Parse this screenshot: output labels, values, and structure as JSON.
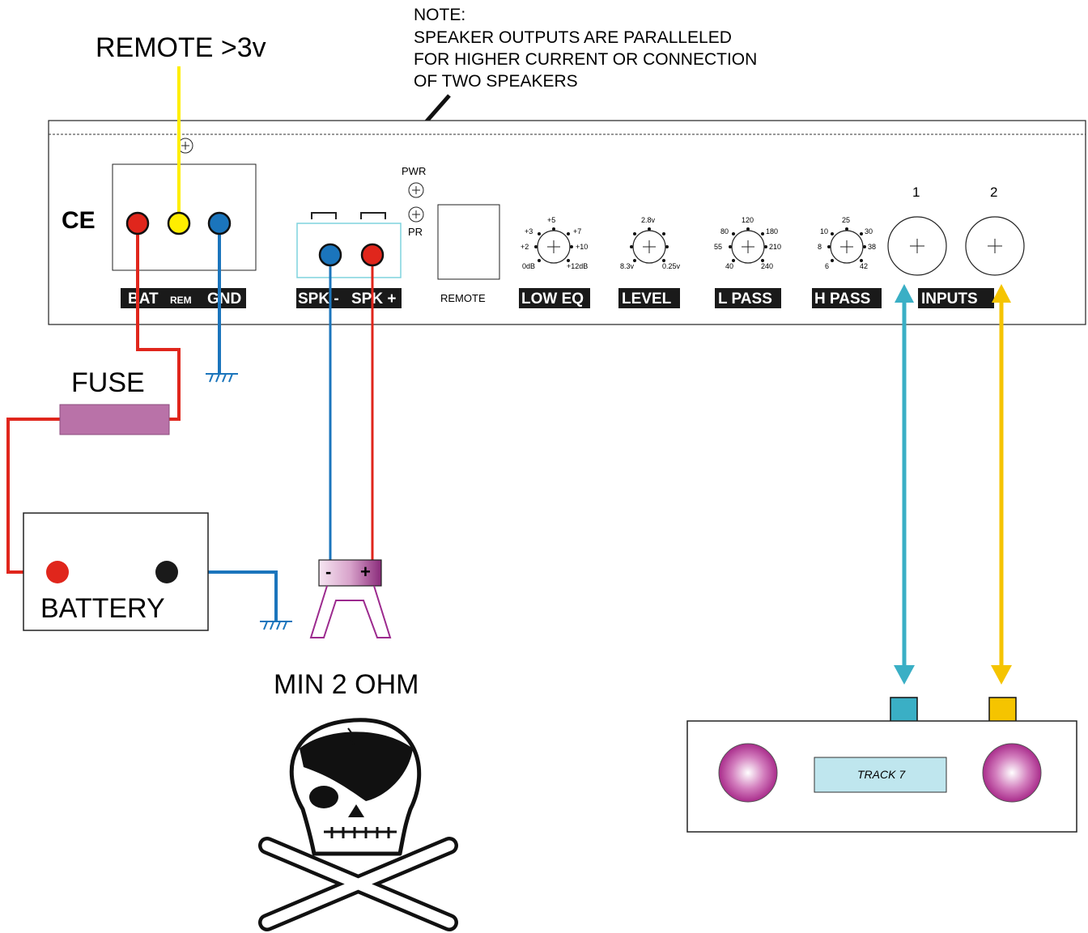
{
  "title": "REMOTE >3v",
  "note": {
    "heading": "NOTE:",
    "lines": [
      "SPEAKER OUTPUTS ARE PARALLELED",
      "FOR HIGHER CURRENT OR CONNECTION",
      "OF TWO SPEAKERS"
    ]
  },
  "panel": {
    "ce_mark": "CE",
    "terminals": {
      "bat": "BAT",
      "rem": "REM",
      "gnd": "GND"
    },
    "speaker_tags": {
      "minus": "SPK -",
      "plus": "SPK +"
    },
    "indicators": {
      "pwr": "PWR",
      "pr": "PR"
    },
    "remote_label": "REMOTE",
    "knobs": [
      {
        "label": "LOW EQ",
        "values": [
          "+5",
          "+3",
          "+7",
          "+2",
          "+10",
          "0dB",
          "+12dB"
        ]
      },
      {
        "label": "LEVEL",
        "values": [
          "2.8v",
          "8.3v",
          "0.25v"
        ]
      },
      {
        "label": "L PASS",
        "values": [
          "120",
          "80",
          "180",
          "55",
          "210",
          "40",
          "240"
        ]
      },
      {
        "label": "H PASS",
        "values": [
          "25",
          "10",
          "30",
          "8",
          "38",
          "6",
          "42"
        ]
      }
    ],
    "inputs_label": "INPUTS",
    "input_numbers": [
      "1",
      "2"
    ]
  },
  "fuse_label": "FUSE",
  "battery_label": "BATTERY",
  "speaker": {
    "minus": "-",
    "plus": "+",
    "label": "MIN 2 OHM"
  },
  "head_unit": {
    "display_text": "TRACK 7"
  },
  "colors": {
    "positive_wire": "#e0261c",
    "ground_wire": "#1b75bc",
    "remote_wire": "#ffee00",
    "input1": "#3aafc5",
    "input2": "#f5c400",
    "fuse": "#b972a8",
    "speaker_outline": "#9c2a8e",
    "display": "#bfe6ee",
    "panel_tag": "#1a1a1a"
  }
}
